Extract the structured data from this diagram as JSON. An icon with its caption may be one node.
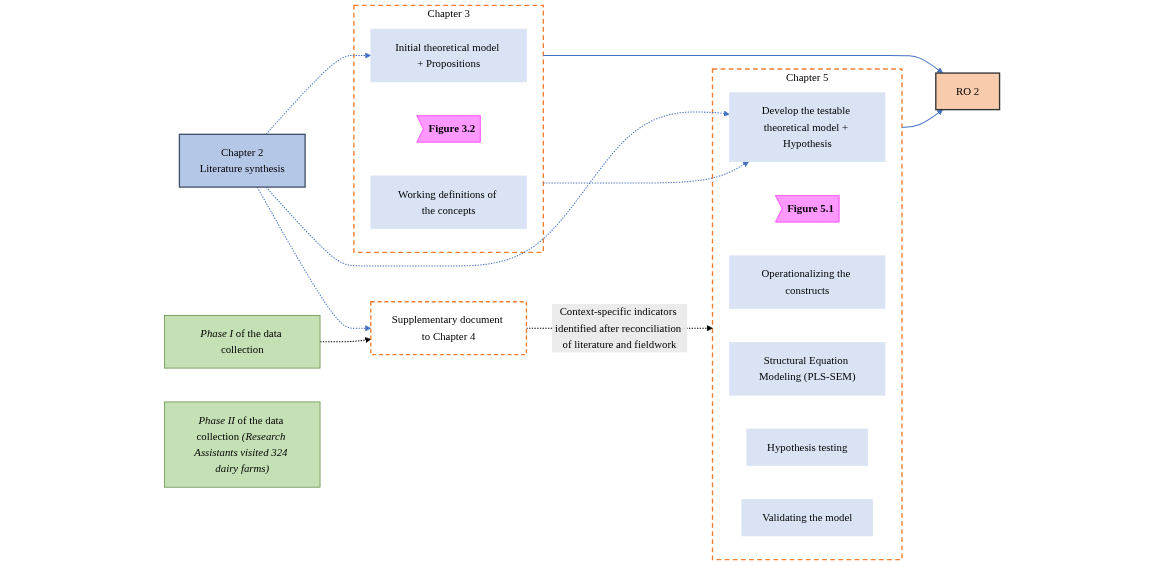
{
  "diagram": {
    "nodes": [
      {
        "text": [
          "Chapter 3"
        ]
      },
      {
        "text": [
          "Initial theoretical model + Propositions"
        ],
        "in": 0
      },
      {
        "text": [
          "Figure 3.2"
        ],
        "in": 0
      },
      {
        "text": [
          "Working definitions of the concepts"
        ],
        "in": 0
      },
      {
        "text": [
          "RO 2"
        ]
      },
      {
        "text": [
          "Chapter 2",
          "Literature synthesis"
        ]
      },
      {
        "text": [
          "Chapter 5"
        ]
      },
      {
        "text": [
          "Develop the testable theoretical model + Hypothesis"
        ],
        "in": 6
      },
      {
        "text": [
          "Figure 5.1"
        ],
        "in": 6
      },
      {
        "text": [
          "Operationalizing the constructs"
        ],
        "in": 6
      },
      {
        "text": [
          "Structural Equation Modeling (PLS-SEM)"
        ],
        "in": 6
      },
      {
        "text": [
          "Hypothesis testing"
        ],
        "in": 6
      },
      {
        "text": [
          "Validating the model"
        ],
        "in": 6
      },
      {
        "text": [
          "*Phase I* of the data collection"
        ]
      },
      {
        "text": [
          "Supplementary document to Chapter 4"
        ]
      },
      {
        "text": [
          "*Phase II* of the data collection *(Research Assistants visited 324 dairy farms)*"
        ]
      }
    ],
    "edges": [
      {
        "from": 5,
        "to": 1,
        "arrow": "to",
        "style": "dashed"
      },
      {
        "from": 5,
        "to": 7,
        "arrow": "to",
        "style": "dashed"
      },
      {
        "from": 5,
        "to": 14,
        "arrow": "to",
        "style": "dashed"
      },
      {
        "from": 0,
        "to": 7,
        "arrow": "to",
        "style": "dashed"
      },
      {
        "from": 0,
        "to": 4,
        "arrow": "to"
      },
      {
        "from": 6,
        "to": 4,
        "arrow": "to"
      },
      {
        "from": 13,
        "to": 14,
        "arrow": "to",
        "style": "dashed",
        "color": "#000000"
      },
      {
        "from": 14,
        "to": 6,
        "arrow": "to",
        "style": "dashed",
        "color": "#000000",
        "label": "Context-specific indicators identified after reconciliation of literature and fieldwork"
      }
    ]
  }
}
